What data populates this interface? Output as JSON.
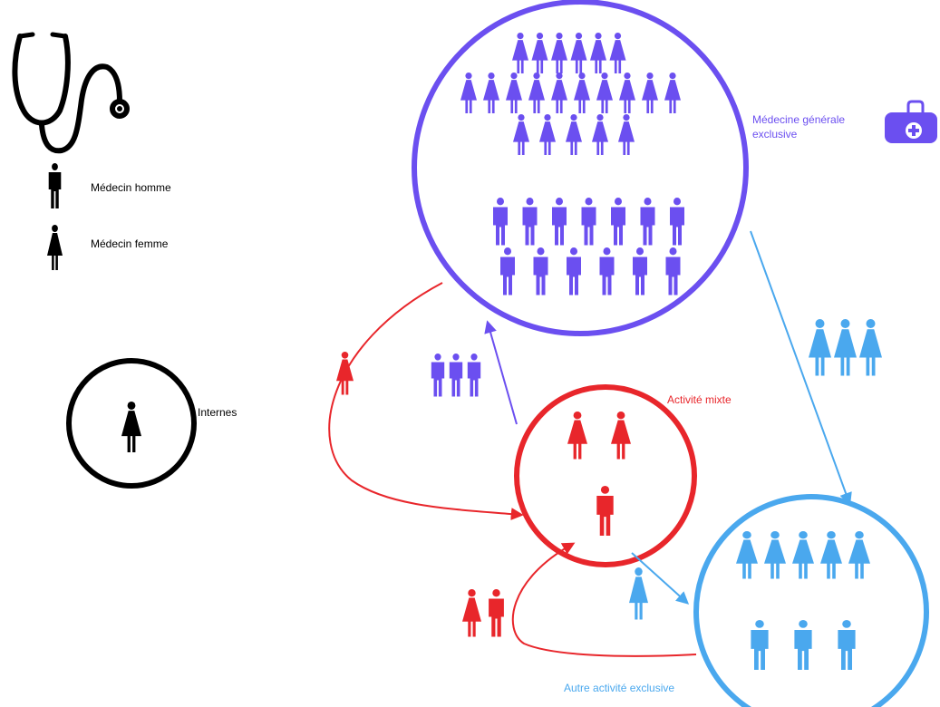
{
  "legend": {
    "man_label": "Médecin homme",
    "woman_label": "Médecin femme",
    "interns_label": "Internes",
    "stethoscope_icon": "stethoscope-icon",
    "man_icon": "man-icon",
    "woman_icon": "woman-icon"
  },
  "groups": {
    "general": {
      "label_line1": "Médecine générale",
      "label_line2": "exclusive",
      "color": "#6b4ff0",
      "women": 21,
      "men": 13,
      "icon": "medical-bag-icon"
    },
    "mixed": {
      "label": "Activité mixte",
      "color": "#e8262b",
      "women": 2,
      "men": 1
    },
    "other": {
      "label": "Autre activité exclusive",
      "color": "#4aa8ee",
      "women": 5,
      "men": 3
    },
    "interns": {
      "color": "#000000",
      "women": 1,
      "men": 0
    }
  },
  "flows": [
    {
      "from": "general",
      "to": "mixed",
      "women": 1,
      "men": 0,
      "color": "#e8262b"
    },
    {
      "from": "mixed",
      "to": "general",
      "women": 0,
      "men": 3,
      "color": "#6b4ff0"
    },
    {
      "from": "general",
      "to": "other",
      "women": 3,
      "men": 0,
      "color": "#4aa8ee"
    },
    {
      "from": "mixed",
      "to": "other",
      "women": 1,
      "men": 0,
      "color": "#4aa8ee"
    },
    {
      "from": "other",
      "to": "mixed",
      "women": 1,
      "men": 1,
      "color": "#e8262b"
    }
  ]
}
